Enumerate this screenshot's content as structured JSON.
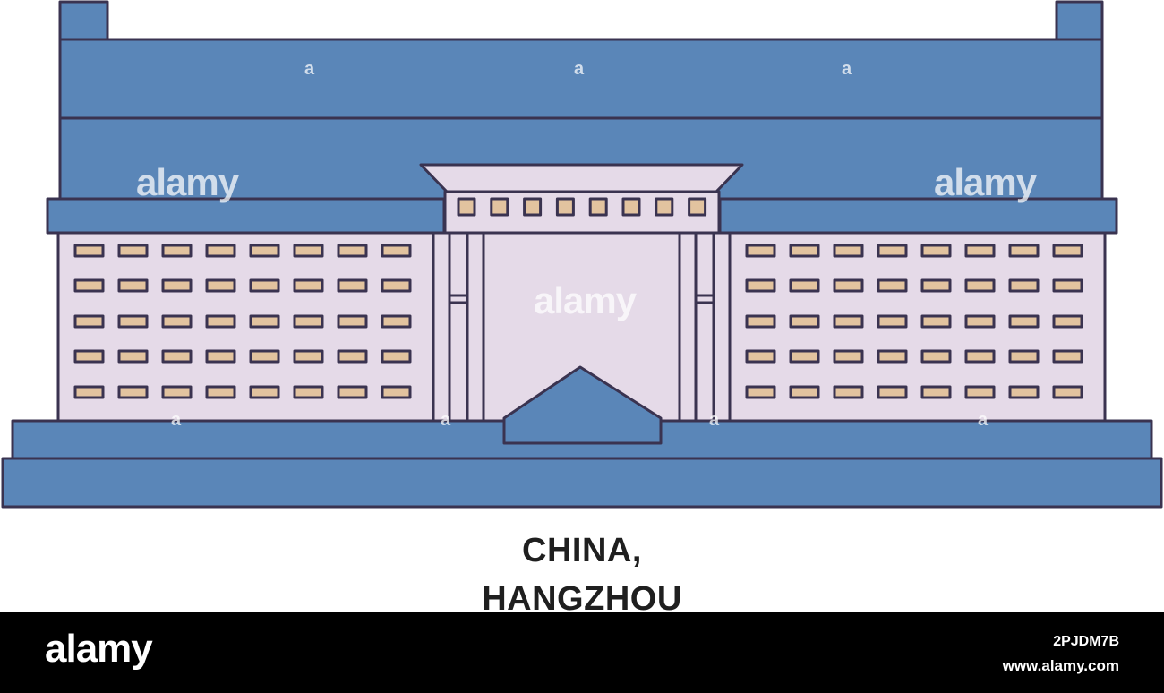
{
  "caption": {
    "line1": "CHINA,",
    "line2": "HANGZHOU"
  },
  "watermark": {
    "text": "alamy",
    "glyph": "a"
  },
  "footer": {
    "logo": "alamy",
    "image_id": "2PJDM7B",
    "site": "www.alamy.com"
  },
  "colors": {
    "blue": "#5a86b8",
    "lavender": "#e5dae8",
    "window": "#e2c39f",
    "outline": "#3a3350"
  }
}
